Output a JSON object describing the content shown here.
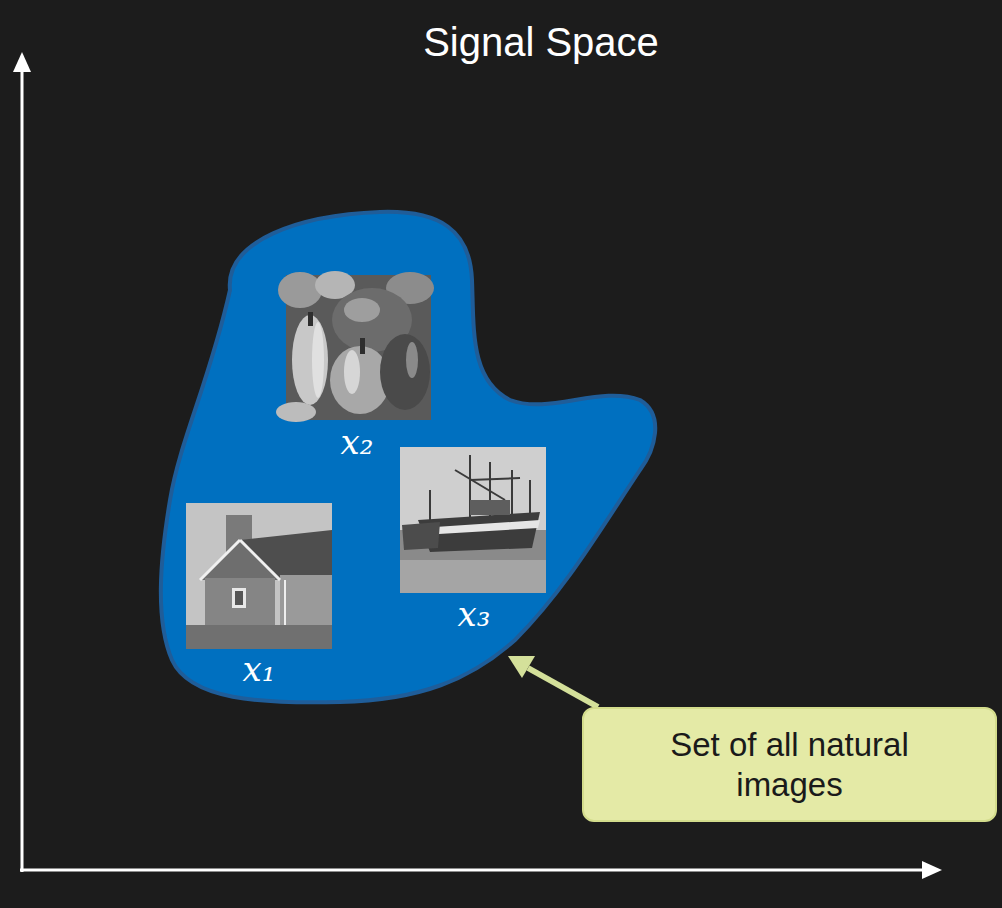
{
  "diagram": {
    "title": "Signal Space",
    "nodes": [
      {
        "text": [
          "Set of all natural images"
        ]
      }
    ],
    "labels": [
      "x₂",
      "x₃",
      "x₁"
    ]
  }
}
